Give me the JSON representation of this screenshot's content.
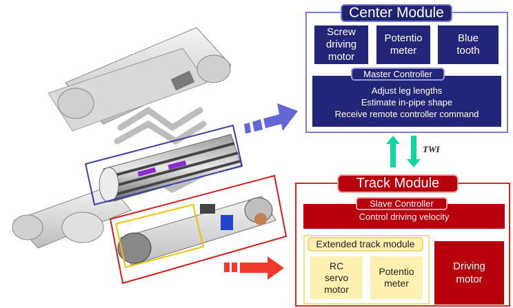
{
  "center_module": {
    "title": "Center Module",
    "components": [
      {
        "label": "Screw\ndriving\nmotor"
      },
      {
        "label": "Potentio\nmeter"
      },
      {
        "label": "Blue\ntooth"
      }
    ],
    "master": {
      "title": "Master Controller",
      "lines": [
        "Adjust leg lengths",
        "Estimate in-pipe shape",
        "Receive remote controller command"
      ]
    }
  },
  "link": {
    "label": "TWI"
  },
  "track_module": {
    "title": "Track Module",
    "slave": {
      "title": "Slave Controller",
      "body": "Control driving velocity"
    },
    "extended": {
      "title": "Extended track module",
      "components": [
        {
          "label": "RC\nservo\nmotor"
        },
        {
          "label": "Potentio\nmeter"
        }
      ]
    },
    "driving_motor": "Driving\nmotor"
  },
  "colors": {
    "navy": "#232579",
    "red": "#b8000c",
    "yellow": "#fdf0b0",
    "teal": "#12d6a0",
    "blue_arrow": "#6466d6",
    "red_arrow": "#f23a2c"
  }
}
